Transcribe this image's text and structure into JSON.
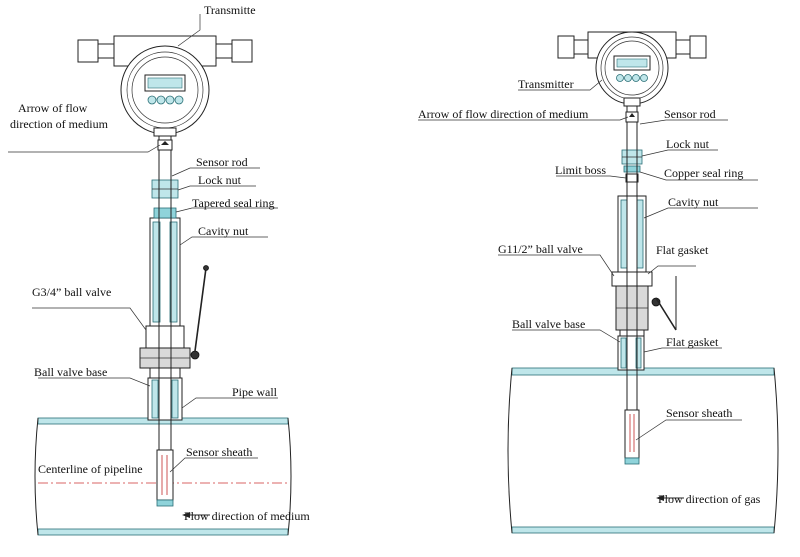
{
  "left_diagram": {
    "labels": {
      "transmitter": "Transmitte",
      "arrow_flow_line1": "Arrow of flow",
      "arrow_flow_line2": "direction of medium",
      "sensor_rod": "Sensor rod",
      "lock_nut": "Lock nut",
      "tapered_seal_ring": "Tapered seal ring",
      "cavity_nut": "Cavity nut",
      "ball_valve": "G3/4” ball valve",
      "ball_valve_base": "Ball valve base",
      "pipe_wall": "Pipe wall",
      "sensor_sheath": "Sensor sheath",
      "centerline": "Centerline of pipeline",
      "flow_direction": "Flow direction of medium"
    }
  },
  "right_diagram": {
    "labels": {
      "transmitter": "Transmitter",
      "arrow_flow": "Arrow of flow direction of medium",
      "sensor_rod": "Sensor rod",
      "lock_nut": "Lock nut",
      "limit_boss": "Limit boss",
      "copper_seal_ring": "Copper seal ring",
      "cavity_nut": "Cavity nut",
      "ball_valve": "G11/2” ball valve",
      "flat_gasket_top": "Flat gasket",
      "ball_valve_base": "Ball valve base",
      "flat_gasket_bottom": "Flat gasket",
      "sensor_sheath": "Sensor sheath",
      "flow_direction": "Flow direction of gas"
    }
  },
  "colors": {
    "part_fill": "#bfe6ea",
    "part_stroke": "#2a6f76",
    "line": "#222222",
    "centerline": "#cc3333"
  }
}
